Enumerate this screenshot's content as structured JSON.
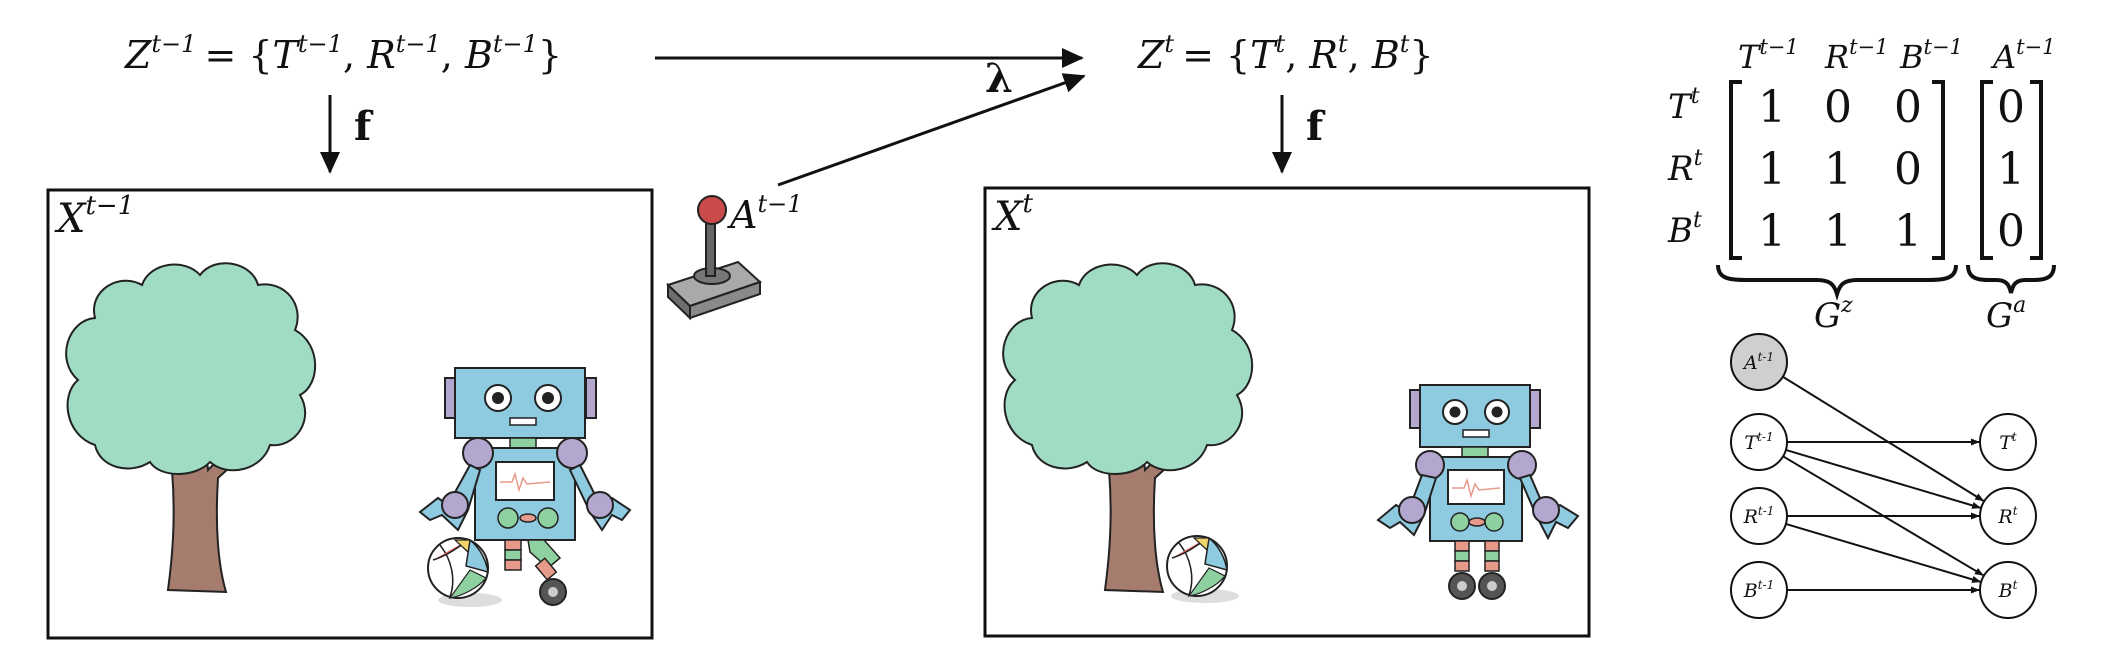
{
  "equations": {
    "prev": {
      "lhs": "Z",
      "lhs_sup": "t−1",
      "open": "= {",
      "t": "T",
      "t_sup": "t−1",
      "r": "R",
      "r_sup": "t−1",
      "b": "B",
      "b_sup": "t−1",
      "close": "}"
    },
    "curr": {
      "lhs": "Z",
      "lhs_sup": "t",
      "open": "= {",
      "t": "T",
      "t_sup": "t",
      "r": "R",
      "r_sup": "t",
      "b": "B",
      "b_sup": "t",
      "close": "}"
    }
  },
  "arrow_labels": {
    "f_left": "f",
    "f_right": "f",
    "lambda": "λ"
  },
  "action": {
    "base": "A",
    "sup": "t−1"
  },
  "frames": {
    "prev": {
      "base": "X",
      "sup": "t−1"
    },
    "curr": {
      "base": "X",
      "sup": "t"
    }
  },
  "matrix": {
    "col_headers": [
      {
        "base": "T",
        "sup": "t−1"
      },
      {
        "base": "R",
        "sup": "t−1"
      },
      {
        "base": "B",
        "sup": "t−1"
      },
      {
        "base": "A",
        "sup": "t−1"
      }
    ],
    "row_headers": [
      {
        "base": "T",
        "sup": "t"
      },
      {
        "base": "R",
        "sup": "t"
      },
      {
        "base": "B",
        "sup": "t"
      }
    ],
    "gz": [
      [
        "1",
        "0",
        "0"
      ],
      [
        "1",
        "1",
        "0"
      ],
      [
        "1",
        "1",
        "1"
      ]
    ],
    "ga": [
      "0",
      "1",
      "0"
    ],
    "brace_labels": {
      "gz_base": "G",
      "gz_sup": "z",
      "ga_base": "G",
      "ga_sup": "a"
    }
  },
  "graph": {
    "nodes": [
      {
        "id": "A",
        "base": "A",
        "sup": "t-1",
        "shaded": true
      },
      {
        "id": "Tp",
        "base": "T",
        "sup": "t-1",
        "shaded": false
      },
      {
        "id": "Rp",
        "base": "R",
        "sup": "t-1",
        "shaded": false
      },
      {
        "id": "Bp",
        "base": "B",
        "sup": "t-1",
        "shaded": false
      },
      {
        "id": "T",
        "base": "T",
        "sup": "t",
        "shaded": false
      },
      {
        "id": "R",
        "base": "R",
        "sup": "t",
        "shaded": false
      },
      {
        "id": "B",
        "base": "B",
        "sup": "t",
        "shaded": false
      }
    ],
    "edges": [
      [
        "A",
        "R"
      ],
      [
        "Tp",
        "T"
      ],
      [
        "Tp",
        "R"
      ],
      [
        "Tp",
        "B"
      ],
      [
        "Rp",
        "R"
      ],
      [
        "Rp",
        "B"
      ],
      [
        "Bp",
        "B"
      ]
    ]
  },
  "colors": {
    "tree_leaves": "#9fdcc3",
    "tree_trunk": "#a67c6e",
    "robot_body": "#8ecae0",
    "robot_joint": "#b3a6cf",
    "robot_stripe_red": "#e79a8a",
    "robot_stripe_green": "#8fd0a0",
    "joystick_knob": "#c94a4a",
    "node_shaded": "#cfcfcf"
  }
}
